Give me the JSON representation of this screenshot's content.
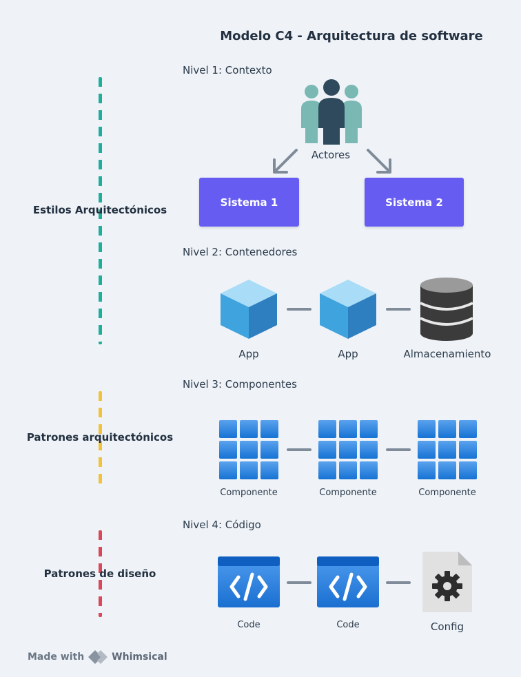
{
  "title": "Modelo C4 - Arquitectura de software",
  "levels": {
    "l1": "Nivel 1: Contexto",
    "l2": "Nivel 2: Contenedores",
    "l3": "Nivel 3: Componentes",
    "l4": "Nivel 4: Código"
  },
  "side_labels": {
    "styles": "Estilos Arquitectónicos",
    "patterns": "Patrones arquitectónicos",
    "design": "Patrones de diseño"
  },
  "context": {
    "actors": "Actores",
    "system1": "Sistema 1",
    "system2": "Sistema 2"
  },
  "containers": {
    "app1": "App",
    "app2": "App",
    "storage": "Almacenamiento"
  },
  "components": {
    "c1": "Componente",
    "c2": "Componente",
    "c3": "Componente"
  },
  "code": {
    "code1": "Code",
    "code2": "Code",
    "config": "Config"
  },
  "footer": {
    "made_with": "Made with",
    "brand": "Whimsical"
  },
  "icons": [
    "actors-icon",
    "cube-icon",
    "database-icon",
    "grid-icon",
    "code-icon",
    "config-file-icon",
    "whimsical-logo-icon"
  ],
  "colors": {
    "system_box": "#665cf2",
    "dash_teal": "#1fae9a",
    "dash_yellow": "#f2c23a",
    "dash_red": "#d9475a",
    "connector": "#7f8b99"
  }
}
